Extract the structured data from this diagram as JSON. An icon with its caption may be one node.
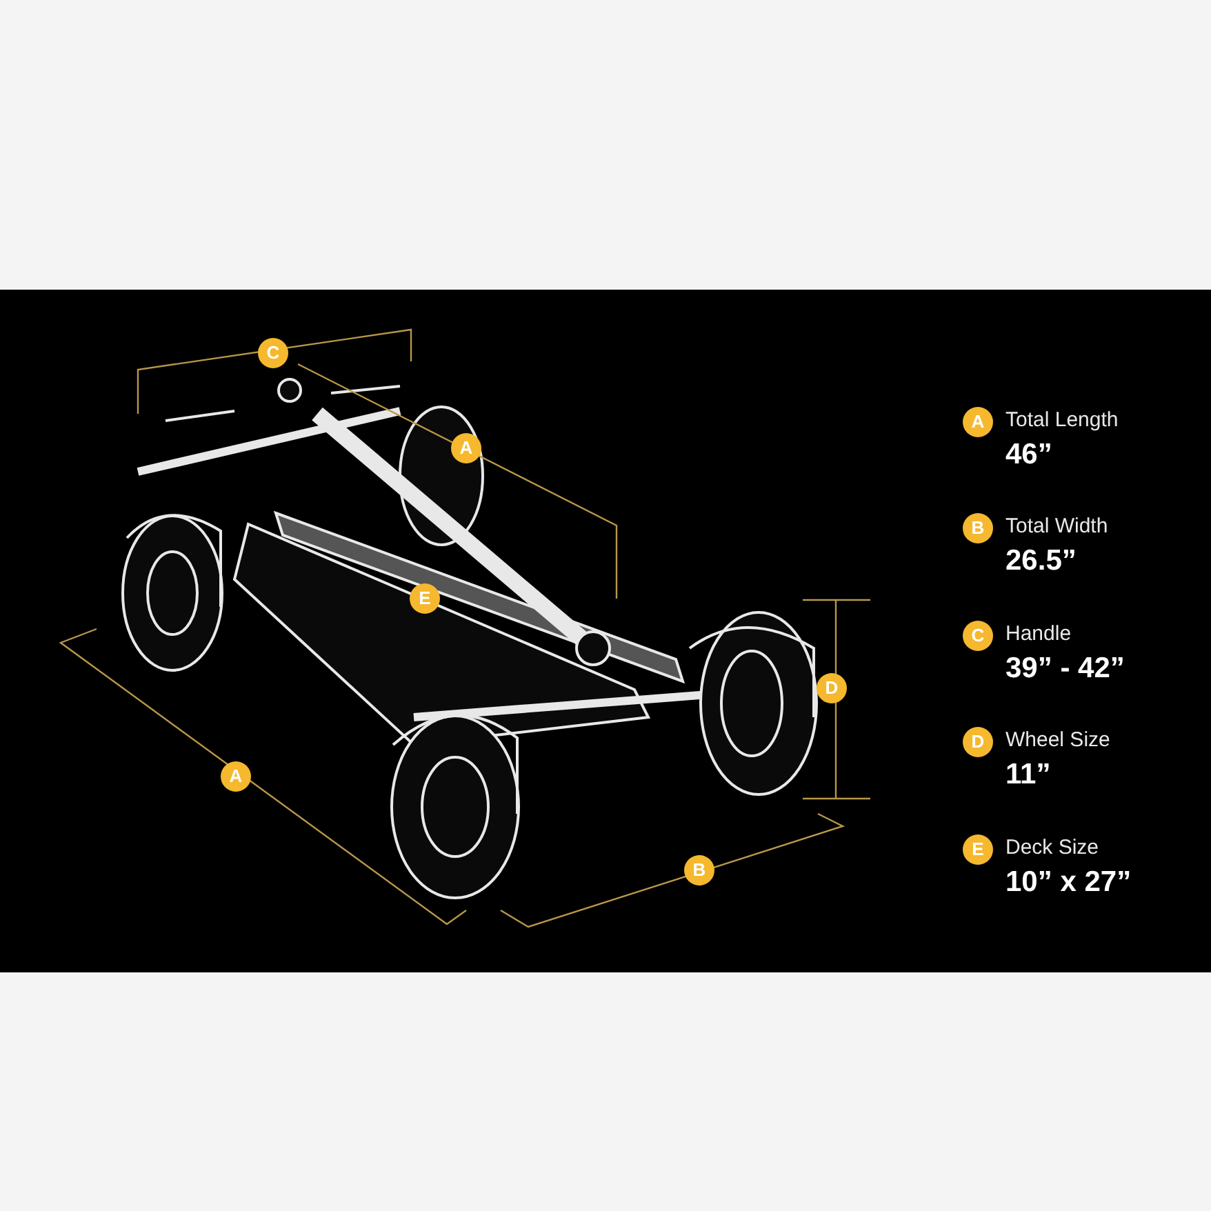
{
  "diagram": {
    "nodes": [
      {
        "text": [
          "C"
        ]
      },
      {
        "text": [
          "A"
        ]
      },
      {
        "text": [
          "E"
        ]
      },
      {
        "text": [
          "D"
        ]
      },
      {
        "text": [
          "A"
        ]
      },
      {
        "text": [
          "B"
        ]
      },
      {
        "text": [
          "A"
        ],
        "beside": [
          "Total Length",
          "46”"
        ]
      },
      {
        "text": [
          "B"
        ],
        "beside": [
          "Total Width",
          "26.5”"
        ]
      },
      {
        "text": [
          "C"
        ],
        "beside": [
          "Handle",
          "39” - 42”"
        ]
      },
      {
        "text": [
          "D"
        ],
        "beside": [
          "Wheel Size",
          "11”"
        ]
      },
      {
        "text": [
          "E"
        ],
        "beside": [
          "Deck Size",
          "10” x 27”"
        ]
      }
    ]
  }
}
